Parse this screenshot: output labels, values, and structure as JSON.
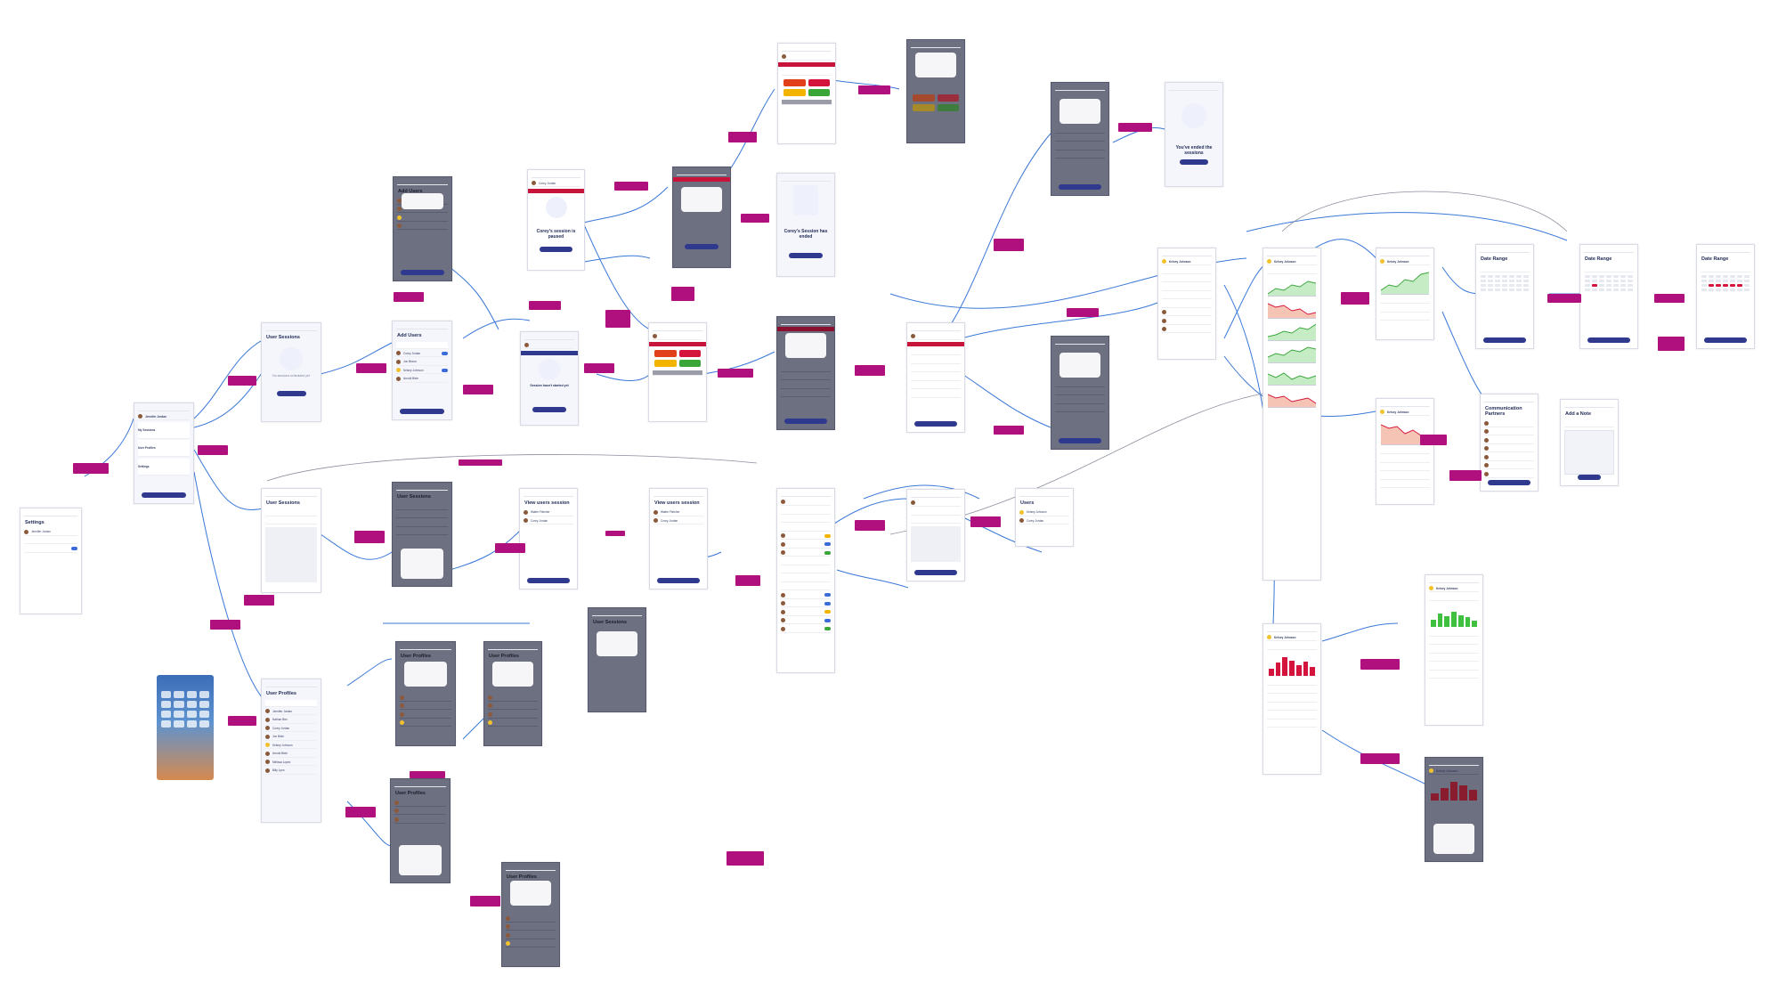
{
  "screens": {
    "settings": {
      "title": "Settings",
      "user": "Jennifer Jordan"
    },
    "home": {
      "name": "Jennifer Jordan",
      "menu": [
        "My Sessions",
        "User Profiles",
        "Settings"
      ]
    },
    "user_sessions_empty": {
      "title": "User Sessions",
      "empty_msg": "No sessions scheduled yet"
    },
    "add_users": {
      "title": "Add Users",
      "users": [
        "Corey Jordan",
        "Jon Bezos",
        "Kelsey Johnson",
        "Arnold Bixie"
      ]
    },
    "add_users_modal": {
      "title": "Add Users"
    },
    "user_sessions_list": {
      "title": "User Sessions"
    },
    "user_sessions_sheet": {
      "title": "User Sessions"
    },
    "user_sessions_alert": {
      "title": "User Sessions"
    },
    "view_users_a": {
      "title": "View users session",
      "users": [
        "Walter Fletcher",
        "Corey Jordan"
      ]
    },
    "view_users_b": {
      "title": "View users session",
      "users": [
        "Walter Fletcher",
        "Corey Jordan"
      ]
    },
    "users": {
      "title": "Users",
      "users": [
        "Kelsey Johnson",
        "Corey Jordan"
      ]
    },
    "user_profiles": {
      "title": "User Profiles",
      "users": [
        "Jennifer Jordan",
        "Nathan Bier",
        "Corey Jordan",
        "Jon Bixie",
        "Kelsey Johnson",
        "Arnold Bixie",
        "Melissa Lopez",
        "Billy Lynn"
      ]
    },
    "user_profiles_modal_a": {
      "title": "User Profiles"
    },
    "user_profiles_modal_b": {
      "title": "User Profiles"
    },
    "user_profiles_sheet": {
      "title": "User Profiles"
    },
    "user_profiles_modal_c": {
      "title": "User Profiles"
    },
    "session_paused": {
      "name": "Corey Jordan",
      "msg": "Corey's session is paused"
    },
    "session_ended": {
      "msg": "Corey's Session has ended"
    },
    "session_not_started": {
      "msg": "Session hasn't started yet"
    },
    "ended_sessions": {
      "msg": "You've ended the sessions"
    },
    "profile_kelsey": {
      "name": "Kelsey Johnson"
    },
    "progress_kelsey": {
      "name": "Kelsey Johnson"
    },
    "progress_kelsey_b": {
      "name": "Kelsey Johnson"
    },
    "progress_kelsey_c": {
      "name": "Kelsey Johnson"
    },
    "report_kelsey": {
      "name": "Kelsey Johnson"
    },
    "report_kelsey_b": {
      "name": "Kelsey Johnson"
    },
    "report_kelsey_c": {
      "name": "Kelsey Johnson"
    },
    "partners": {
      "title": "Communication Partners"
    },
    "add_note": {
      "title": "Add a Note"
    },
    "date_range_a": {
      "title": "Date Range"
    },
    "date_range_b": {
      "title": "Date Range"
    },
    "date_range_c": {
      "title": "Date Range"
    }
  },
  "palette": {
    "primary": "#2f3a8f",
    "accent": "#d4143c",
    "annotation": "#b0107e",
    "connector": "#3a6bd8"
  }
}
